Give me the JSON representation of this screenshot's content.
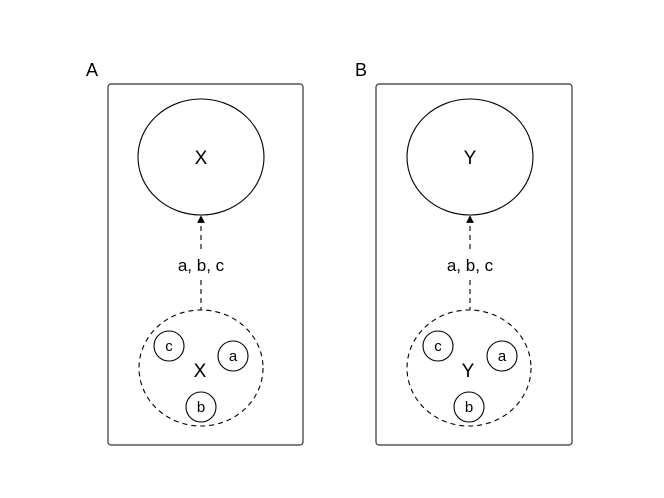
{
  "panels": [
    {
      "label": "A",
      "top_node": "X",
      "bottom_node": "X",
      "edge_label": "a, b, c",
      "members": [
        "c",
        "a",
        "b"
      ]
    },
    {
      "label": "B",
      "top_node": "Y",
      "bottom_node": "Y",
      "edge_label": "a, b, c",
      "members": [
        "c",
        "a",
        "b"
      ]
    }
  ]
}
